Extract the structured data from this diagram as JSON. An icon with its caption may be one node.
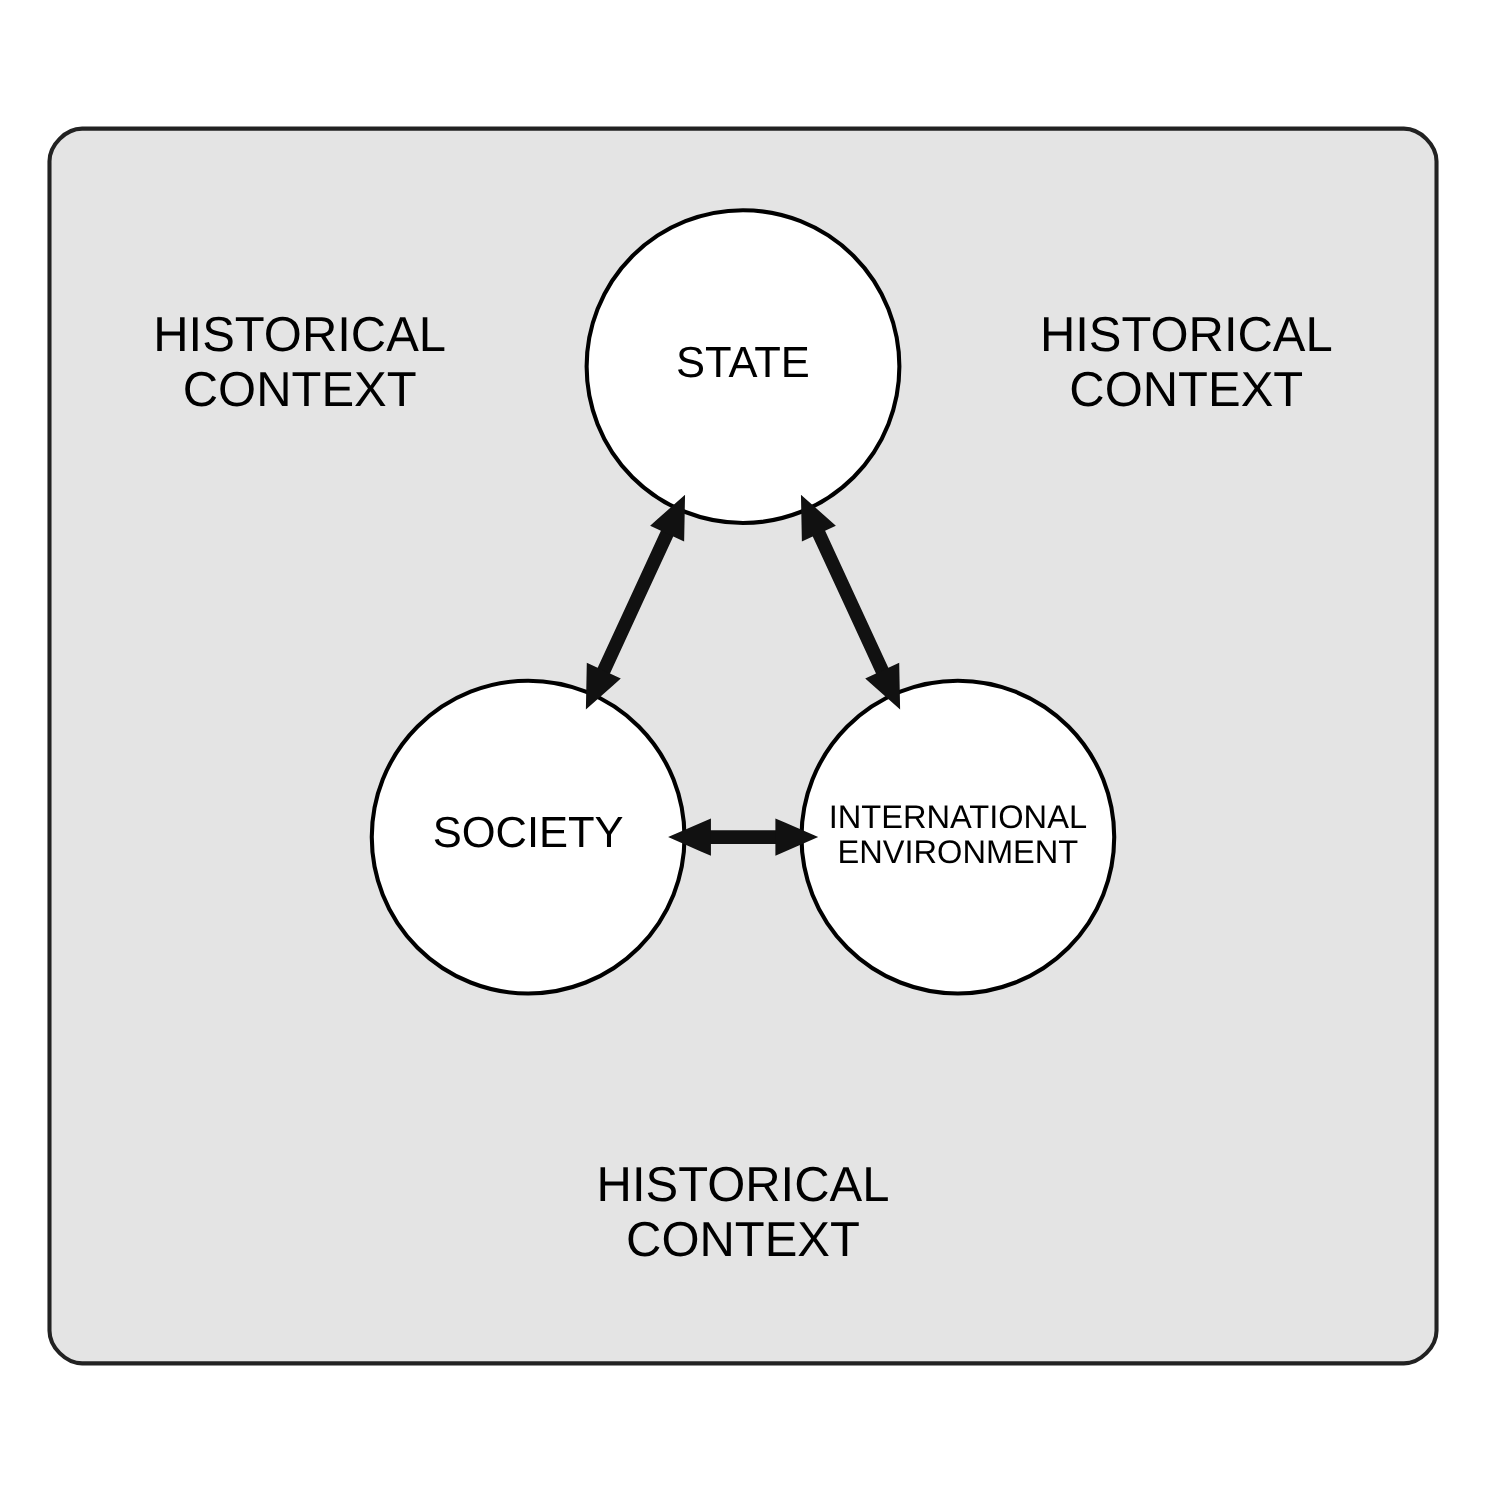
{
  "diagram": {
    "nodes": [
      {
        "text": [
          "HISTORICAL CONTEXT",
          "HISTORICAL CONTEXT",
          "HISTORICAL CONTEXT"
        ]
      },
      {
        "text": [
          "STATE"
        ],
        "in": 0
      },
      {
        "text": [
          "SOCIETY"
        ],
        "in": 0
      },
      {
        "text": [
          "INTERNATIONAL ENVIRONMENT"
        ],
        "in": 0
      }
    ],
    "edges": [
      {
        "from": 1,
        "to": 2,
        "arrow": "both"
      },
      {
        "from": 1,
        "to": 3,
        "arrow": "both"
      },
      {
        "from": 2,
        "to": 3,
        "arrow": "both"
      }
    ]
  }
}
